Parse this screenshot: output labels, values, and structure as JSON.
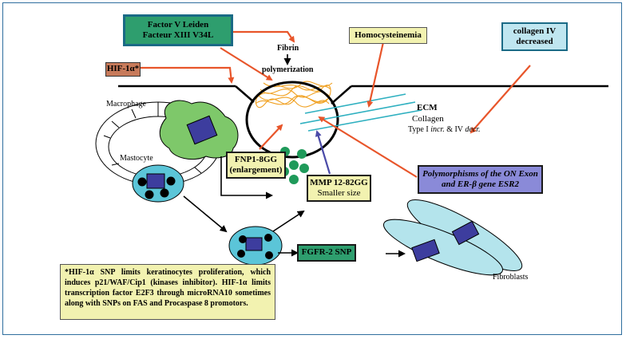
{
  "boxes": {
    "factor": {
      "line1": "Factor V Leiden",
      "line2": "Facteur XIII V34L",
      "fill": "#2e9e6e"
    },
    "homocysteinemia": {
      "text": "Homocysteinemia",
      "fill": "#f2f2b0"
    },
    "collagen_iv": {
      "line1": "collagen IV",
      "line2": "decreased",
      "fill": "#bfe6f0"
    },
    "hif": {
      "text": "HIF-1α*",
      "fill": "#c77a5a"
    },
    "fnp1": {
      "line1": "FNP1-8GG",
      "line2": "(enlargement)",
      "fill": "#f2f2b0"
    },
    "mmp": {
      "line1": "MMP 12-82GG",
      "line2": "Smaller size",
      "fill": "#f2f2b0"
    },
    "polymorphisms": {
      "line1": "Polymorphisms of the ON Exon",
      "line2": "and ER-β gene ESR2",
      "fill": "#8a8ad8"
    },
    "fgfr": {
      "text": "FGFR-2 SNP",
      "fill": "#2e9e6e"
    },
    "footnote": {
      "text": "*HIF-1α SNP limits keratinocytes proliferation, which induces p21/WAF/Cip1 (kinases inhibitor). HIF-1α limits transcription factor E2F3 through microRNA10 sometimes along with SNPs on FAS and Procaspase 8 promotors.",
      "fill": "#f2f2b0"
    }
  },
  "labels": {
    "fibrin": "Fibrin",
    "polymerization": "polymerization",
    "macrophage": "Macrophage",
    "mastocyte": "Mastocyte",
    "ecm": "ECM",
    "collagen": "Collagen",
    "type_prefix": "Type I ",
    "type_incr": "incr.",
    "type_mid": " & IV ",
    "type_decr": "decr.",
    "fibroblasts": "Fibroblasts"
  },
  "colors": {
    "arrow_orange": "#e8552a",
    "arrow_blue": "#4b4ba8",
    "cell_blue": "#5bc5d8",
    "green_cell": "#7ec86a",
    "nucleus": "#3d3d9e",
    "fibrin_orange": "#f0a020",
    "collagen_teal": "#2fb0c0",
    "granule_green": "#1f9a5a",
    "fibroblast_fill": "#b4e4ec",
    "frame": "#2f6e9e"
  }
}
